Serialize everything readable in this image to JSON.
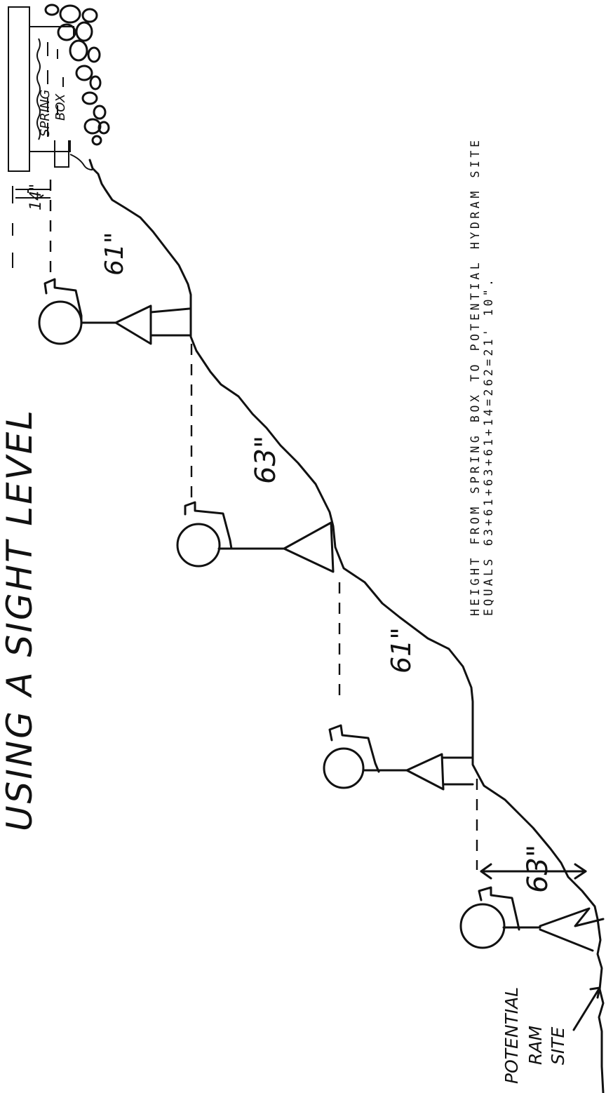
{
  "title_partial": "USING A SIGHT LEVEL",
  "spring_box": {
    "line1": "SPRING",
    "line2": "BOX",
    "offset_label": "14\""
  },
  "measurements": [
    {
      "label": "61\""
    },
    {
      "label": "63\""
    },
    {
      "label": "61\""
    },
    {
      "label": "63\""
    }
  ],
  "note": {
    "line1": "HEIGHT FROM SPRING BOX TO POTENTIAL HYDRAM SITE",
    "line2": "EQUALS 63+61+63+61+14=262=21' 10\"."
  },
  "ram_site": {
    "line1": "POTENTIAL",
    "line2": "RAM",
    "line3": "SITE"
  }
}
